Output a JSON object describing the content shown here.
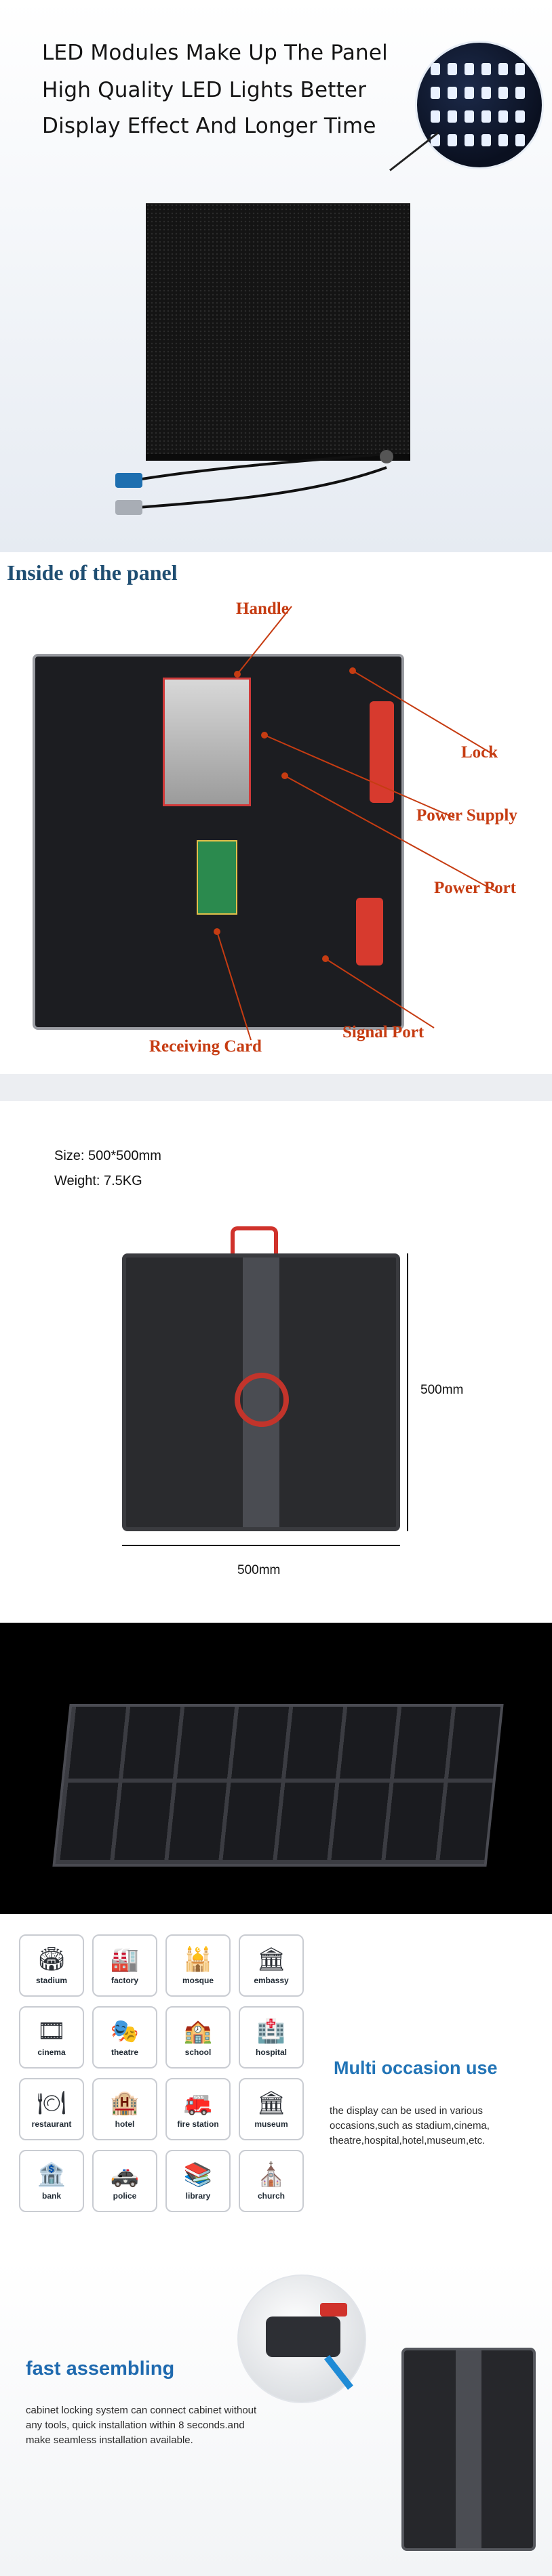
{
  "section1": {
    "lines": [
      "LED Modules Make Up The Panel",
      "High Quality LED Lights Better",
      "Display Effect And Longer Time"
    ]
  },
  "section2": {
    "title": "Inside of the panel",
    "callouts": {
      "handle": "Handle",
      "lock": "Lock",
      "power_supply": "Power Supply",
      "power_port": "Power Port",
      "receiving_card": "Receiving Card",
      "signal_port": "Signal Port"
    },
    "colors": {
      "title": "#1f4e72",
      "callout": "#c63c12"
    }
  },
  "section3": {
    "size": "Size: 500*500mm",
    "weight": "Weight: 7.5KG",
    "dim_height": "500mm",
    "dim_width": "500mm"
  },
  "section5": {
    "icons": [
      {
        "label": "stadium",
        "icon": "stadium-icon",
        "glyph": "🏟"
      },
      {
        "label": "factory",
        "icon": "factory-icon",
        "glyph": "🏭"
      },
      {
        "label": "mosque",
        "icon": "mosque-icon",
        "glyph": "🕌"
      },
      {
        "label": "embassy",
        "icon": "embassy-icon",
        "glyph": "🏛"
      },
      {
        "label": "cinema",
        "icon": "film-reel-icon",
        "glyph": "🎞"
      },
      {
        "label": "theatre",
        "icon": "theatre-curtain-icon",
        "glyph": "🎭"
      },
      {
        "label": "school",
        "icon": "school-icon",
        "glyph": "🏫"
      },
      {
        "label": "hospital",
        "icon": "hospital-icon",
        "glyph": "🏥"
      },
      {
        "label": "restaurant",
        "icon": "restaurant-icon",
        "glyph": "🍽"
      },
      {
        "label": "hotel",
        "icon": "hotel-icon",
        "glyph": "🏨"
      },
      {
        "label": "fire station",
        "icon": "fire-station-icon",
        "glyph": "🚒"
      },
      {
        "label": "museum",
        "icon": "museum-icon",
        "glyph": "🏛"
      },
      {
        "label": "bank",
        "icon": "bank-icon",
        "glyph": "🏦"
      },
      {
        "label": "police",
        "icon": "police-icon",
        "glyph": "🚓"
      },
      {
        "label": "library",
        "icon": "library-icon",
        "glyph": "📚"
      },
      {
        "label": "church",
        "icon": "church-icon",
        "glyph": "⛪"
      }
    ],
    "multi_occasion": {
      "title": "Multi occasion use",
      "description": "the display can be used in various occasions,such as stadium,cinema, theatre,hospital,hotel,museum,etc."
    },
    "fast_assembling": {
      "title": "fast assembling",
      "description": "cabinet locking system can connect cabinet without any tools, quick installation within 8 seconds.and make seamless installation available."
    },
    "colors": {
      "accent_blue": "#2274b6"
    }
  }
}
